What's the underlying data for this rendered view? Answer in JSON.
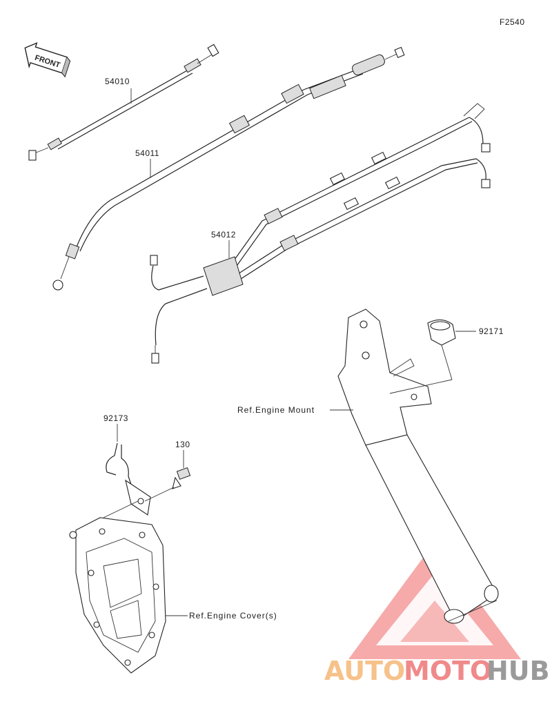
{
  "diagram_code": "F2540",
  "front_badge": "FRONT",
  "parts": [
    {
      "number": "54010"
    },
    {
      "number": "54011"
    },
    {
      "number": "54012"
    },
    {
      "number": "92171"
    },
    {
      "number": "92173"
    },
    {
      "number": "130"
    }
  ],
  "references": {
    "engine_mount": "Ref.Engine Mount",
    "engine_cover": "Ref.Engine Cover(s)"
  },
  "watermark": {
    "part1": "AUTO",
    "part2": "MOTO",
    "part3": "HUB",
    "colors": {
      "auto": "#f6c28a",
      "moto": "#f08a8a",
      "hub": "#9a9a9a",
      "triangle": "#f07070"
    }
  }
}
